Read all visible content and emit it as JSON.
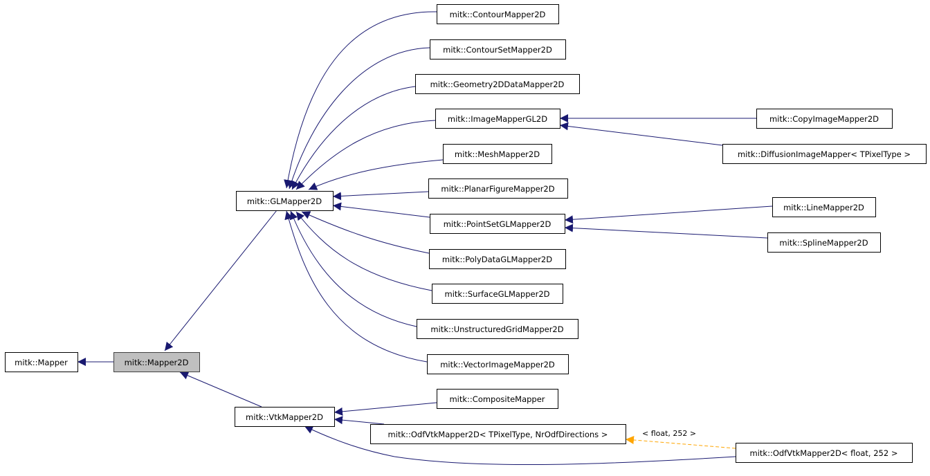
{
  "diagram": {
    "title": "Inheritance diagram for mitk::Mapper2D",
    "colors": {
      "edge": "#191970",
      "template_edge": "#ffa500",
      "current_fill": "#bfbfbf"
    },
    "nodes": [
      {
        "id": "mapper",
        "label": "mitk::Mapper"
      },
      {
        "id": "mapper2d",
        "label": "mitk::Mapper2D",
        "current": true
      },
      {
        "id": "glmapper2d",
        "label": "mitk::GLMapper2D"
      },
      {
        "id": "vtkmapper2d",
        "label": "mitk::VtkMapper2D"
      },
      {
        "id": "contour",
        "label": "mitk::ContourMapper2D"
      },
      {
        "id": "contourset",
        "label": "mitk::ContourSetMapper2D"
      },
      {
        "id": "geometry2d",
        "label": "mitk::Geometry2DDataMapper2D"
      },
      {
        "id": "imagegl2d",
        "label": "mitk::ImageMapperGL2D"
      },
      {
        "id": "mesh",
        "label": "mitk::MeshMapper2D"
      },
      {
        "id": "planarfigure",
        "label": "mitk::PlanarFigureMapper2D"
      },
      {
        "id": "pointsetgl",
        "label": "mitk::PointSetGLMapper2D"
      },
      {
        "id": "polydatagl",
        "label": "mitk::PolyDataGLMapper2D"
      },
      {
        "id": "surfacegl",
        "label": "mitk::SurfaceGLMapper2D"
      },
      {
        "id": "unstructured",
        "label": "mitk::UnstructuredGridMapper2D"
      },
      {
        "id": "vectorimage",
        "label": "mitk::VectorImageMapper2D"
      },
      {
        "id": "composite",
        "label": "mitk::CompositeMapper"
      },
      {
        "id": "odftmpl",
        "label": "mitk::OdfVtkMapper2D< TPixelType, NrOdfDirections >"
      },
      {
        "id": "copyimage",
        "label": "mitk::CopyImageMapper2D"
      },
      {
        "id": "diffusion",
        "label": "mitk::DiffusionImageMapper< TPixelType >"
      },
      {
        "id": "line",
        "label": "mitk::LineMapper2D"
      },
      {
        "id": "spline",
        "label": "mitk::SplineMapper2D"
      },
      {
        "id": "odffloat",
        "label": "mitk::OdfVtkMapper2D< float, 252 >"
      }
    ],
    "edges": [
      {
        "from": "mapper2d",
        "to": "mapper"
      },
      {
        "from": "glmapper2d",
        "to": "mapper2d"
      },
      {
        "from": "vtkmapper2d",
        "to": "mapper2d"
      },
      {
        "from": "contour",
        "to": "glmapper2d"
      },
      {
        "from": "contourset",
        "to": "glmapper2d"
      },
      {
        "from": "geometry2d",
        "to": "glmapper2d"
      },
      {
        "from": "imagegl2d",
        "to": "glmapper2d"
      },
      {
        "from": "mesh",
        "to": "glmapper2d"
      },
      {
        "from": "planarfigure",
        "to": "glmapper2d"
      },
      {
        "from": "pointsetgl",
        "to": "glmapper2d"
      },
      {
        "from": "polydatagl",
        "to": "glmapper2d"
      },
      {
        "from": "surfacegl",
        "to": "glmapper2d"
      },
      {
        "from": "unstructured",
        "to": "glmapper2d"
      },
      {
        "from": "vectorimage",
        "to": "glmapper2d"
      },
      {
        "from": "composite",
        "to": "vtkmapper2d"
      },
      {
        "from": "odftmpl",
        "to": "vtkmapper2d"
      },
      {
        "from": "odffloat",
        "to": "vtkmapper2d"
      },
      {
        "from": "copyimage",
        "to": "imagegl2d"
      },
      {
        "from": "diffusion",
        "to": "imagegl2d"
      },
      {
        "from": "line",
        "to": "pointsetgl"
      },
      {
        "from": "spline",
        "to": "pointsetgl"
      },
      {
        "from": "odffloat",
        "to": "odftmpl",
        "template": true,
        "label": "< float, 252 >"
      }
    ]
  }
}
